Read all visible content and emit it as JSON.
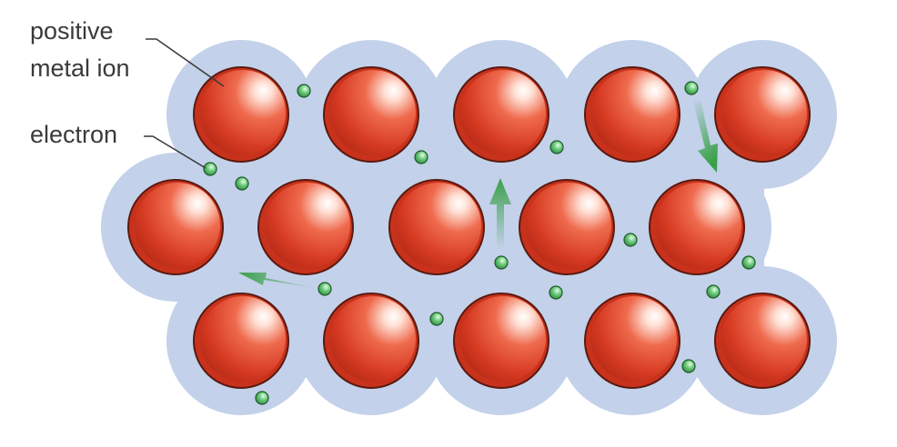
{
  "labels": {
    "ion_line1": "positive",
    "ion_line2": "metal ion",
    "electron": "electron"
  },
  "colors": {
    "sea": "#c3d1ea",
    "ion_dark": "#c8321c",
    "ion_mid": "#e9553a",
    "ion_light": "#ffffff",
    "ion_outline": "#5a1a10",
    "electron": "#4aa85a",
    "electron_outline": "#1f5a2a",
    "arrow": "#3aa04a",
    "leader_line": "#3a3a3a"
  },
  "lattice": {
    "rows": 3,
    "ions_per_row": [
      5,
      5,
      5
    ],
    "arrows": [
      "left",
      "up",
      "down-right"
    ]
  }
}
